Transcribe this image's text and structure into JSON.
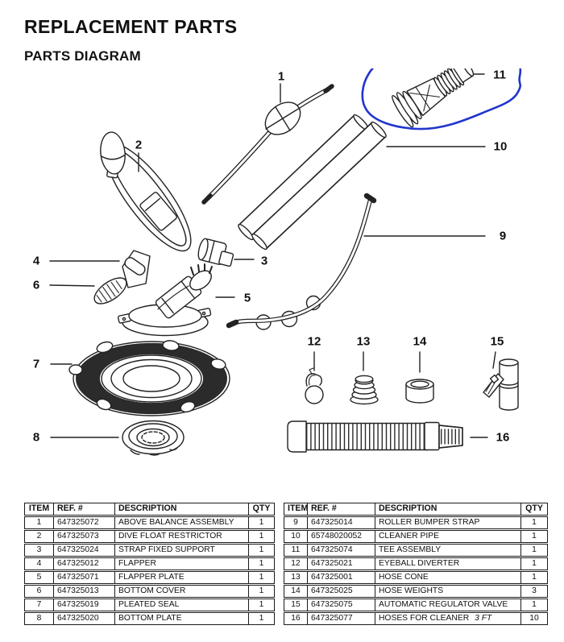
{
  "page": {
    "title": "REPLACEMENT PARTS",
    "subtitle": "PARTS DIAGRAM"
  },
  "diagram": {
    "callouts": [
      "1",
      "2",
      "3",
      "4",
      "5",
      "6",
      "7",
      "8",
      "9",
      "10",
      "11",
      "12",
      "13",
      "14",
      "15",
      "16"
    ],
    "annotation": {
      "description": "hand-drawn circle highlighting item 11",
      "color": "#2135cd"
    }
  },
  "parts_tables": {
    "headers": [
      "ITEM",
      "REF. #",
      "DESCRIPTION",
      "QTY"
    ],
    "left_rows": [
      {
        "item": "1",
        "ref": "647325072",
        "desc": "ABOVE BALANCE ASSEMBLY",
        "qty": "1"
      },
      {
        "item": "2",
        "ref": "647325073",
        "desc": "DIVE FLOAT RESTRICTOR",
        "qty": "1"
      },
      {
        "item": "3",
        "ref": "647325024",
        "desc": "STRAP FIXED SUPPORT",
        "qty": "1"
      },
      {
        "item": "4",
        "ref": "647325012",
        "desc": "FLAPPER",
        "qty": "1"
      },
      {
        "item": "5",
        "ref": "647325071",
        "desc": "FLAPPER PLATE",
        "qty": "1"
      },
      {
        "item": "6",
        "ref": "647325013",
        "desc": "BOTTOM COVER",
        "qty": "1"
      },
      {
        "item": "7",
        "ref": "647325019",
        "desc": "PLEATED SEAL",
        "qty": "1"
      },
      {
        "item": "8",
        "ref": "647325020",
        "desc": "BOTTOM PLATE",
        "qty": "1"
      }
    ],
    "right_rows": [
      {
        "item": "9",
        "ref": "647325014",
        "desc": "ROLLER BUMPER STRAP",
        "qty": "1"
      },
      {
        "item": "10",
        "ref": "65748020052",
        "desc": "CLEANER PIPE",
        "qty": "1"
      },
      {
        "item": "11",
        "ref": "647325074",
        "desc": "TEE ASSEMBLY",
        "qty": "1"
      },
      {
        "item": "12",
        "ref": "647325021",
        "desc": "EYEBALL DIVERTER",
        "qty": "1"
      },
      {
        "item": "13",
        "ref": "647325001",
        "desc": "HOSE CONE",
        "qty": "1"
      },
      {
        "item": "14",
        "ref": "647325025",
        "desc": "HOSE WEIGHTS",
        "qty": "3"
      },
      {
        "item": "15",
        "ref": "647325075",
        "desc": "AUTOMATIC REGULATOR VALVE",
        "qty": "1"
      },
      {
        "item": "16",
        "ref": "647325077",
        "desc": "HOSES FOR CLEANER",
        "desc_note": "3 FT",
        "qty": "10"
      }
    ]
  }
}
